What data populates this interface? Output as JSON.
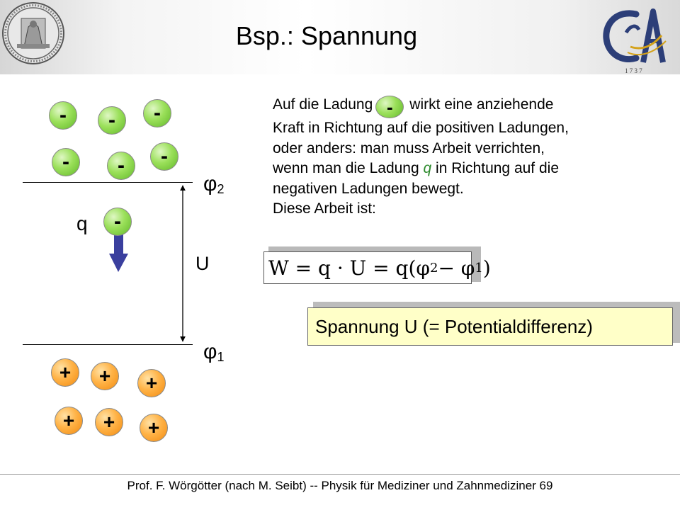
{
  "slide": {
    "title": "Bsp.: Spannung",
    "footer": "Prof. F. Wörgötter (nach M. Seibt) -- Physik für Mediziner und Zahnmediziner 69"
  },
  "logos": {
    "left": "university-seal",
    "right": "georgia-augusta-logo",
    "right_year": "1 7 3 7"
  },
  "diagram": {
    "negative_symbol": "-",
    "positive_symbol": "+",
    "charge_label": "q",
    "charge_symbol": "-",
    "voltage_label": "U",
    "phi2": {
      "base": "φ",
      "sub": "2"
    },
    "phi1": {
      "base": "φ",
      "sub": "1"
    },
    "colors": {
      "negative": "#8fd85a",
      "positive": "#ffa733",
      "arrow": "#3a3f9e"
    }
  },
  "explanation": {
    "line1_before": "Auf die Ladung",
    "inline_charge": "-",
    "line1_after": "wirkt eine anziehende",
    "line2": "Kraft in Richtung auf die positiven Ladungen,",
    "line3": "oder anders: man muss Arbeit verrichten,",
    "line4_before": "wenn man die Ladung",
    "line4_q": "q",
    "line4_after": "in Richtung auf die",
    "line5": "negativen Ladungen bewegt.",
    "line6": "Diese Arbeit ist:"
  },
  "formula": {
    "part1": "W = q · U = q(φ",
    "sub2": "2",
    "part2": " − φ",
    "sub1": "1",
    "part3": ")"
  },
  "result": {
    "text": "Spannung U (= Potentialdifferenz)"
  }
}
